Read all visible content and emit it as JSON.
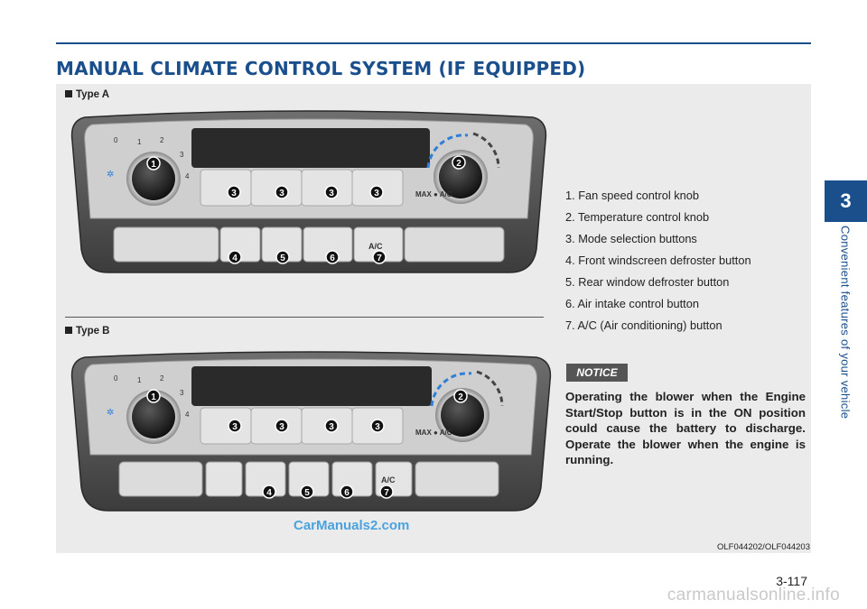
{
  "title": "MANUAL CLIMATE CONTROL SYSTEM (IF EQUIPPED)",
  "chapter": {
    "number": "3",
    "label": "Convenient features of your vehicle"
  },
  "figure_a": {
    "label": "Type A",
    "fan_scale": [
      "0",
      "1",
      "2",
      "3",
      "4"
    ],
    "mode_callout": "3",
    "fan_callout": "1",
    "temp_callout": "2",
    "bottom_callouts": [
      "4",
      "5",
      "6",
      "7"
    ],
    "max_ac": "MAX ● A/C",
    "ac_button": "A/C"
  },
  "figure_b": {
    "label": "Type B",
    "fan_scale": [
      "0",
      "1",
      "2",
      "3",
      "4"
    ],
    "mode_callout": "3",
    "fan_callout": "1",
    "temp_callout": "2",
    "bottom_callouts": [
      "4",
      "5",
      "6",
      "7"
    ],
    "max_ac": "MAX ● A/C",
    "ac_button": "A/C"
  },
  "legend": [
    "1. Fan speed control knob",
    "2. Temperature control knob",
    "3. Mode selection buttons",
    "4. Front windscreen defroster button",
    "5. Rear window defroster button",
    "6. Air intake control button",
    "7. A/C (Air conditioning) button"
  ],
  "notice": {
    "badge": "NOTICE",
    "text": "Operating the blower when the Engine Start/Stop button is in the ON position could cause the battery to discharge. Operate the blower when the engine is running."
  },
  "figure_code": "OLF044202/OLF044203",
  "watermark": "CarManuals2.com",
  "page_number": "3-117",
  "site_mark": "carmanualsonline.info",
  "colors": {
    "brand": "#1a4f8c",
    "temp_blue": "#2f7fd6",
    "panel": "#ebebeb"
  }
}
